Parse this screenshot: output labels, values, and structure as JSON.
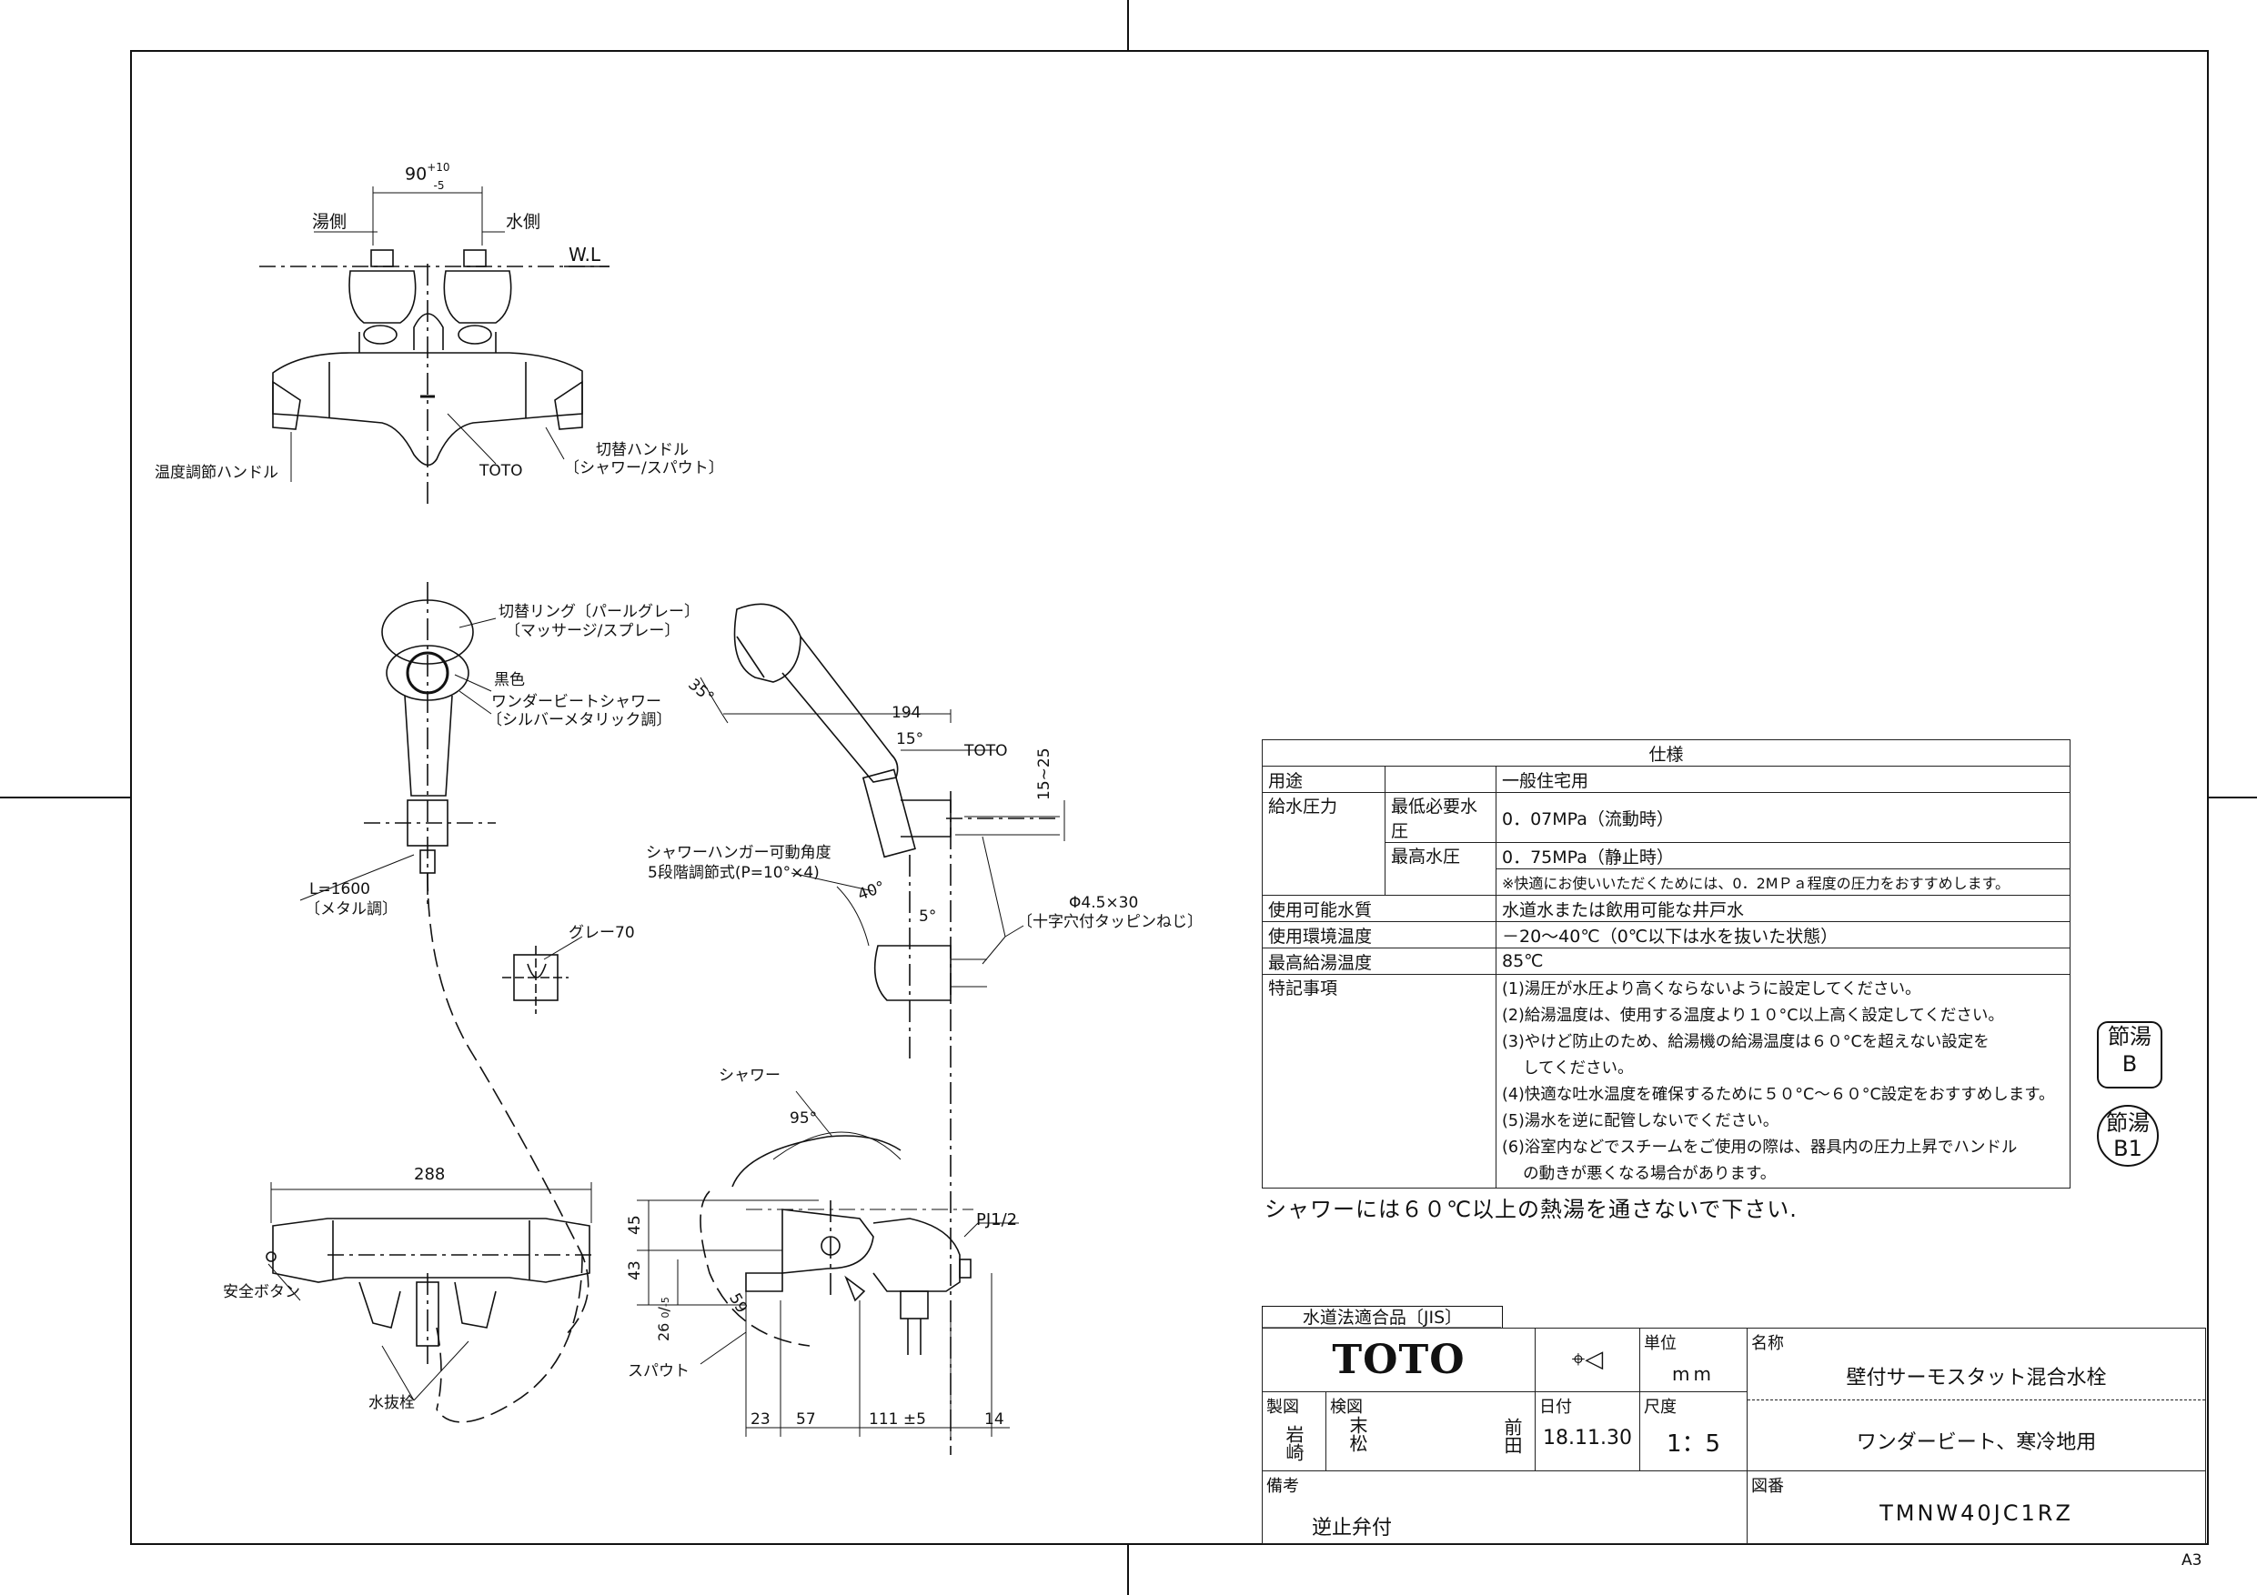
{
  "drawing": {
    "top_view": {
      "dim_width": "90",
      "dim_tol_plus": "+10",
      "dim_tol_minus": "-5",
      "hot_side": "湯側",
      "cold_side": "水側",
      "wl": "W.L",
      "temp_handle": "温度調節ハンドル",
      "brand_mark": "TOTO",
      "switch_handle": "切替ハンドル",
      "switch_handle_note": "〔シャワー/スパウト〕"
    },
    "shower": {
      "ring": "切替リング〔パールグレー〕",
      "ring_note": "〔マッサージ/スプレー〕",
      "black": "黒色",
      "wonder": "ワンダービートシャワー",
      "wonder_note": "〔シルバーメタリック調〕",
      "hose": "L=1600",
      "hose_note": "〔メタル調〕",
      "gray": "グレー70",
      "angle_35": "35°",
      "dim_194": "194",
      "angle_15": "15°",
      "toto": "TOTO",
      "dim_15_25": "15~25",
      "hanger": "シャワーハンガー可動角度",
      "hanger_note": "5段階調節式(P=10°×4)",
      "angle_40": "40°",
      "angle_5": "5°",
      "screw": "Φ4.5×30",
      "screw_note": "〔十字穴付タッピンねじ〕"
    },
    "body_view": {
      "dim_288": "288",
      "safety_button": "安全ボタン",
      "drain_plug": "水抜栓",
      "shower_label": "シャワー",
      "angle_95": "95°",
      "dim_45": "45",
      "dim_43": "43",
      "dim_26": "26",
      "dim_26_tol_plus": "0",
      "dim_26_tol_minus": "-5",
      "dim_59": "59",
      "spout": "スパウト",
      "pj": "PJ1/2",
      "dim_23": "23",
      "dim_57": "57",
      "dim_111": "111",
      "dim_111_tol": "±5",
      "dim_14": "14"
    }
  },
  "spec": {
    "title": "仕様",
    "rows": [
      {
        "label": "用途",
        "value": "一般住宅用"
      },
      {
        "label": "給水圧力",
        "sub": "最低必要水圧",
        "value": "0．07MPa（流動時）"
      },
      {
        "sub": "最高水圧",
        "value": "0．75MPa（静止時）"
      },
      {
        "value": "※快適にお使いいただくためには、0．2MＰａ程度の圧力をおすすめします。"
      },
      {
        "label": "使用可能水質",
        "value": "水道水または飲用可能な井戸水"
      },
      {
        "label": "使用環境温度",
        "value": "－20～40℃（0℃以下は水を抜いた状態）"
      },
      {
        "label": "最高給湯温度",
        "value": "85℃"
      }
    ],
    "notes_label": "特記事項",
    "notes": [
      "(1)湯圧が水圧より高くならないように設定してください。",
      "(2)給湯温度は、使用する温度より１０°C以上高く設定してください。",
      "(3)やけど防止のため、給湯機の給湯温度は６０°Cを超えない設定を",
      "　 してください。",
      "(4)快適な吐水温度を確保するために５０°C～６０°C設定をおすすめします。",
      "(5)湯水を逆に配管しないでください。",
      "(6)浴室内などでスチームをご使用の際は、器具内の圧力上昇でハンドル",
      "　 の動きが悪くなる場合があります。"
    ]
  },
  "badges": {
    "b_top": "節湯",
    "b_bottom": "B",
    "b1_top": "節湯",
    "b1_bottom": "B1"
  },
  "warning": "シャワーには６０℃以上の熱湯を通さないで下さい.",
  "title_block": {
    "jis": "水道法適合品〔JIS〕",
    "logo": "TOTO",
    "unit_label": "単位",
    "unit_value": "mm",
    "name_label": "名称",
    "name_value": "壁付サーモスタット混合水栓",
    "name_sub": "ワンダービート、寒冷地用",
    "drawn_label": "製図",
    "drawn_value": "岩崎",
    "checked_label": "検図",
    "checked_value_1": "末松",
    "checked_value_2": "前田",
    "date_label": "日付",
    "date_value": "18.11.30",
    "scale_label": "尺度",
    "scale_value": "1：5",
    "remarks_label": "備考",
    "remarks_value": "逆止弁付",
    "dwg_label": "図番",
    "dwg_value": "TMNW40JC1RZ"
  },
  "sheet_size": "A3"
}
